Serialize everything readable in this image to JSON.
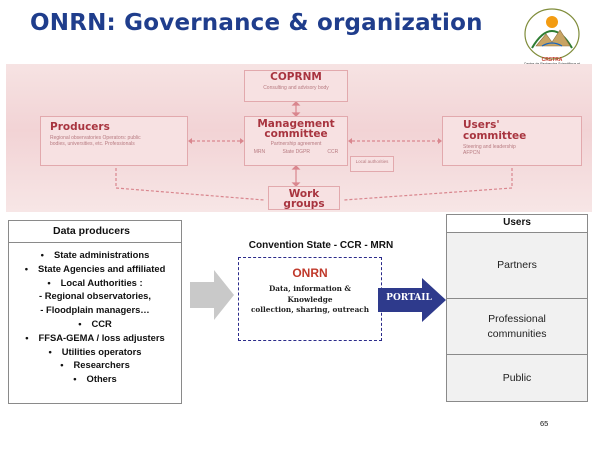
{
  "title": "ONRN: Governance & organization",
  "logo": {
    "name": "CRSTRA",
    "caption": "Centre de Recherche Scientifique et Technique sur les Régions Arides"
  },
  "governance": {
    "coprnm": {
      "title": "COPRNM",
      "subtitle": "Consulting and advisory body"
    },
    "producers": {
      "title": "Producers",
      "subtitle": "Regional observatories Operators: public bodies, universities, etc. Professionals"
    },
    "management": {
      "title": "Management committee",
      "subtitle": "Partnership agreement",
      "members": [
        "MRN",
        "State DGPR",
        "CCR"
      ]
    },
    "users_committee": {
      "title": "Users' committee",
      "subtitle": "Steering and leadership AFPCN"
    },
    "local_authorities": "Local authorities",
    "work_groups": {
      "title": "Work groups"
    }
  },
  "data_producers": {
    "title": "Data producers",
    "items": [
      {
        "text": "State administrations",
        "bullet": true
      },
      {
        "text": "State Agencies and affiliated",
        "bullet": true
      },
      {
        "text": "Local Authorities :",
        "bullet": true
      },
      {
        "text": "- Regional observatories,",
        "bullet": false
      },
      {
        "text": "- Floodplain managers…",
        "bullet": false
      },
      {
        "text": "CCR",
        "bullet": true
      },
      {
        "text": "FFSA-GEMA / loss adjusters",
        "bullet": true
      },
      {
        "text": "Utilities operators",
        "bullet": true
      },
      {
        "text": "Researchers",
        "bullet": true
      },
      {
        "text": "Others",
        "bullet": true
      }
    ]
  },
  "convention": "Convention State - CCR - MRN",
  "onrn": {
    "title": "ONRN",
    "description": [
      "Data, information &",
      "Knowledge",
      "collection, sharing, outreach"
    ]
  },
  "portal_label": "PORTAIL",
  "users": {
    "title": "Users",
    "rows": [
      "Partners",
      "Professional communities",
      "Public"
    ]
  },
  "page_number": "65",
  "colors": {
    "title": "#1f3d8c",
    "governance_text": "#a8343f",
    "onrn_title": "#c0392b",
    "portal_arrow": "#2e3a8c"
  }
}
